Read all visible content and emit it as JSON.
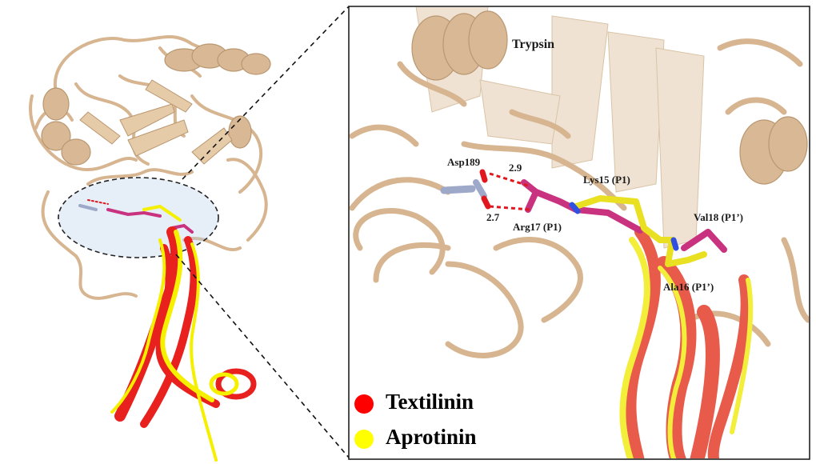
{
  "labels": {
    "trypsin": "Trypsin",
    "asp189": "Asp189",
    "lys15": "Lys15 (P1)",
    "arg17": "Arg17 (P1)",
    "val18": "Val18 (P1’)",
    "ala16": "Ala16 (P1’)",
    "dist_upper": "2.9",
    "dist_lower": "2.7"
  },
  "legend": [
    {
      "label": "Textilinin",
      "color": "#ff0000"
    },
    {
      "label": "Aprotinin",
      "color": "#ffff00"
    }
  ],
  "colors": {
    "trypsin": "#d9b896",
    "textilinin": "#e8201e",
    "aprotinin": "#f5f000",
    "arg": "#c8327f",
    "asp": "#9ea8c8",
    "hbond": "#e0181e",
    "zoom_frame": "#222222"
  }
}
